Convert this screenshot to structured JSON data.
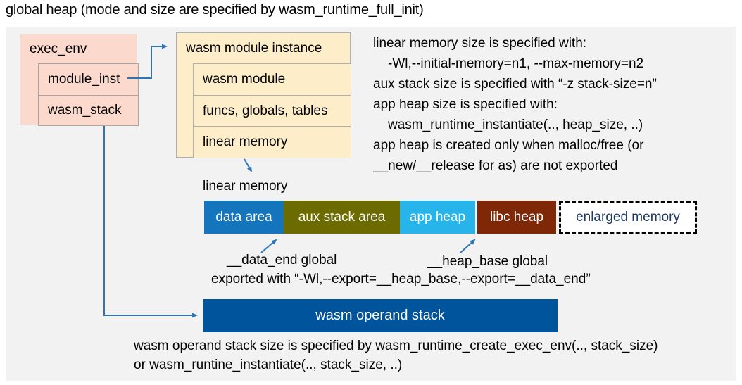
{
  "title": "global heap (mode and size are specified by wasm_runtime_full_init)",
  "exec_env_box": {
    "header": "exec_env",
    "rows": [
      {
        "label": "module_inst"
      },
      {
        "label": "wasm_stack"
      }
    ]
  },
  "module_instance_box": {
    "header": "wasm module instance",
    "rows": [
      {
        "label": "wasm module"
      },
      {
        "label": "funcs, globals, tables"
      },
      {
        "label": "linear memory"
      }
    ]
  },
  "right_notes": {
    "lines": [
      {
        "text": "linear memory size is specified with:"
      },
      {
        "text": "-Wl,--initial-memory=n1, --max-memory=n2"
      },
      {
        "text": "aux stack size is specified with “-z stack-size=n”"
      },
      {
        "text": "app heap size is specified with:"
      },
      {
        "text": "wasm_runtime_instantiate(.., heap_size, ..)"
      },
      {
        "text": "app heap is created only when malloc/free (or"
      },
      {
        "text": "__new/__release for as) are not exported"
      }
    ]
  },
  "linear_memory": {
    "label": "linear memory",
    "segments": [
      {
        "name": "data area",
        "label": "data area",
        "color": "#1474bc",
        "text_color": "#ffffff"
      },
      {
        "name": "aux stack area",
        "label": "aux stack area",
        "color": "#6b6b00",
        "text_color": "#ffffff"
      },
      {
        "name": "app heap",
        "label": "app heap",
        "color": "#27b4ea",
        "text_color": "#ffffff"
      },
      {
        "name": "libc heap",
        "label": "libc heap",
        "color": "#7e2807",
        "text_color": "#ffffff"
      },
      {
        "name": "enlarged memory",
        "label": "enlarged memory",
        "color": "#ffffff",
        "text_color": "#1f3864",
        "dashed": true
      }
    ]
  },
  "annotations": {
    "data_end_label": "__data_end global",
    "heap_base_label": "__heap_base global",
    "export_line": "exported with “-Wl,--export=__heap_base,--export=__data_end”"
  },
  "operand_stack": {
    "label": "wasm operand stack",
    "note_line1": "wasm operand stack size is specified by wasm_runtime_create_exec_env(.., stack_size)",
    "note_line2": "or wasm_runtine_instantiate(.., stack_size, ..)"
  },
  "colors": {
    "canvas_bg": "#f2f2f2",
    "exec_env_fill": "#fbd9cc",
    "module_fill": "#fdeec9",
    "operand_stack_fill": "#00549c",
    "arrow": "#2e75b6",
    "text": "#000000"
  }
}
